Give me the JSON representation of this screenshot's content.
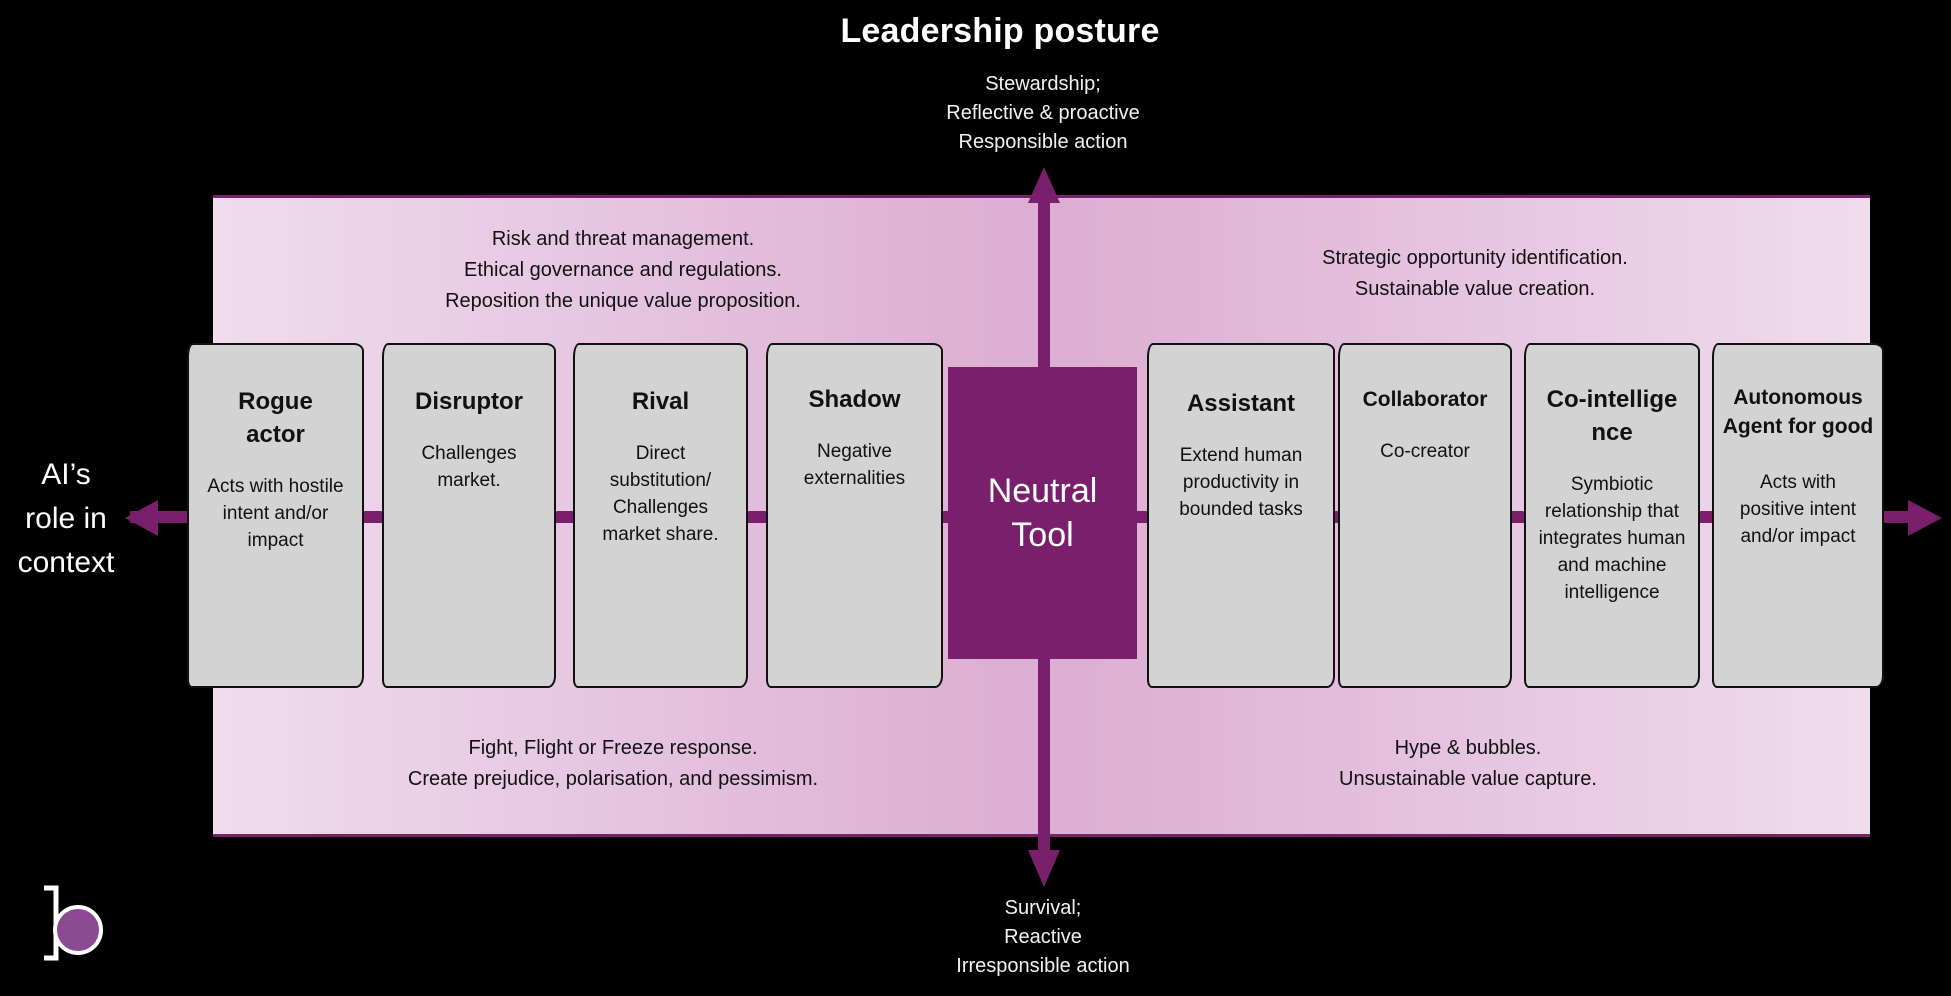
{
  "title": "Leadership posture",
  "axis": {
    "top_label": [
      "Stewardship;",
      "Reflective &  proactive",
      "Responsible action"
    ],
    "bottom_label": [
      "Survival;",
      "Reactive",
      "Irresponsible action"
    ],
    "left_label": [
      "AI’s",
      "role in",
      "context"
    ]
  },
  "quadrants": {
    "top_left": [
      "Risk and threat management.",
      "Ethical governance and regulations.",
      "Reposition the unique value proposition."
    ],
    "top_right": [
      "Strategic opportunity identification.",
      "Sustainable value creation."
    ],
    "bottom_left": [
      "Fight, Flight or Freeze response.",
      "Create prejudice, polarisation, and pessimism."
    ],
    "bottom_right": [
      "Hype & bubbles.",
      "Unsustainable value capture."
    ]
  },
  "center": {
    "label_line1": "Neutral",
    "label_line2": "Tool"
  },
  "cards": [
    {
      "title": "Rogue actor",
      "desc": "Acts with hostile intent and/or impact"
    },
    {
      "title": "Disruptor",
      "desc": "Challenges market."
    },
    {
      "title": "Rival",
      "desc": "Direct substitution/ Challenges market share."
    },
    {
      "title": "Shadow",
      "desc": "Negative externalities"
    },
    {
      "title": "Assistant",
      "desc": "Extend human productivity in bounded tasks"
    },
    {
      "title": "Collaborator",
      "desc": "Co-creator"
    },
    {
      "title": "Co-intelligence",
      "desc": "Symbiotic relationship that integrates human and machine intelligence"
    },
    {
      "title": "Autonomous Agent for good",
      "desc": "Acts with positive intent and/or impact"
    }
  ],
  "colors": {
    "accent": "#7a1f6c",
    "card": "#d3d3d3",
    "panel": "#dcaed3",
    "logo": "#8c4a92"
  },
  "logo": {
    "letter": "b"
  }
}
